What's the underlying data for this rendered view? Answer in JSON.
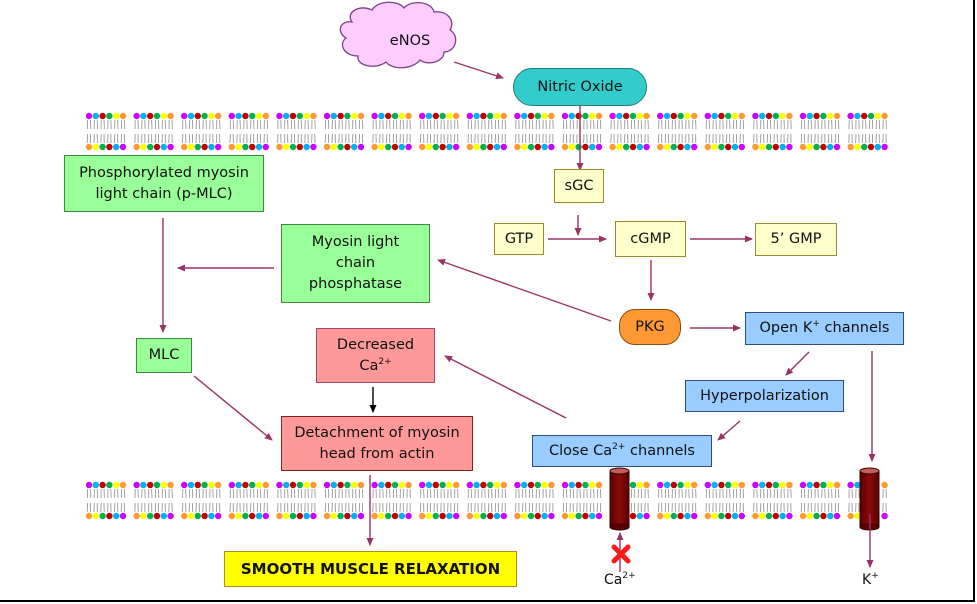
{
  "title": "Nitric oxide-mediated smooth muscle relaxation pathway",
  "colors": {
    "arrow": "#993366",
    "membrane_heads": [
      "#cc00ff",
      "#00b0f0",
      "#c00000",
      "#00b050",
      "#ffff00",
      "#ff9933"
    ],
    "channel": "#7a0000",
    "block_x": "#ff0000"
  },
  "nodes": {
    "enos": {
      "text": "eNOS",
      "shape": "cloud"
    },
    "nitric_oxide": {
      "text": "Nitric Oxide"
    },
    "sgc": {
      "text": "sGC"
    },
    "gtp": {
      "text": "GTP"
    },
    "cgmp": {
      "text": "cGMP"
    },
    "five_gmp": {
      "text": "5’ GMP"
    },
    "pkg": {
      "text": "PKG"
    },
    "p_mlc": {
      "line1": "Phosphorylated myosin",
      "line2": "light chain (p-MLC)"
    },
    "mlcp": {
      "line1": "Myosin light",
      "line2": "chain",
      "line3": "phosphatase"
    },
    "mlc": {
      "text": "MLC"
    },
    "decreased_ca": {
      "line1": "Decreased",
      "ion": "Ca",
      "charge": "2+"
    },
    "detachment": {
      "line1": "Detachment of myosin",
      "line2": "head from actin"
    },
    "open_k": {
      "prefix": "Open K",
      "charge": "+",
      "suffix": " channels"
    },
    "hyperpolarization": {
      "text": "Hyperpolarization"
    },
    "close_ca": {
      "prefix": "Close Ca",
      "charge": "2+",
      "suffix": " channels"
    },
    "relaxation": {
      "text": "SMOOTH MUSCLE RELAXATION"
    }
  },
  "ions": {
    "ca": {
      "ion": "Ca",
      "charge": "2+",
      "blocked": true
    },
    "k": {
      "ion": "K",
      "charge": "+"
    }
  },
  "edges": [
    {
      "from": "eNOS",
      "to": "Nitric Oxide"
    },
    {
      "from": "Nitric Oxide",
      "to": "sGC"
    },
    {
      "from": "sGC",
      "to": "GTP→cGMP"
    },
    {
      "from": "GTP",
      "to": "cGMP"
    },
    {
      "from": "cGMP",
      "to": "5’ GMP"
    },
    {
      "from": "cGMP",
      "to": "PKG"
    },
    {
      "from": "PKG",
      "to": "Myosin light chain phosphatase"
    },
    {
      "from": "PKG",
      "to": "Open K+ channels"
    },
    {
      "from": "Myosin light chain phosphatase",
      "to": "p-MLC→MLC"
    },
    {
      "from": "Phosphorylated myosin light chain (p-MLC)",
      "to": "MLC"
    },
    {
      "from": "MLC",
      "to": "Detachment of myosin head from actin"
    },
    {
      "from": "Decreased Ca2+",
      "to": "Detachment of myosin head from actin"
    },
    {
      "from": "Open K+ channels",
      "to": "Hyperpolarization"
    },
    {
      "from": "Hyperpolarization",
      "to": "Close Ca2+ channels"
    },
    {
      "from": "Close Ca2+ channels",
      "to": "Decreased Ca2+"
    },
    {
      "from": "Open K+ channels",
      "to": "K+ channel"
    },
    {
      "from": "K+ channel",
      "to": "K+ efflux"
    },
    {
      "from": "Ca2+ (blocked)",
      "to": "Ca2+ channel"
    },
    {
      "from": "Detachment of myosin head from actin",
      "to": "SMOOTH MUSCLE RELAXATION"
    }
  ]
}
